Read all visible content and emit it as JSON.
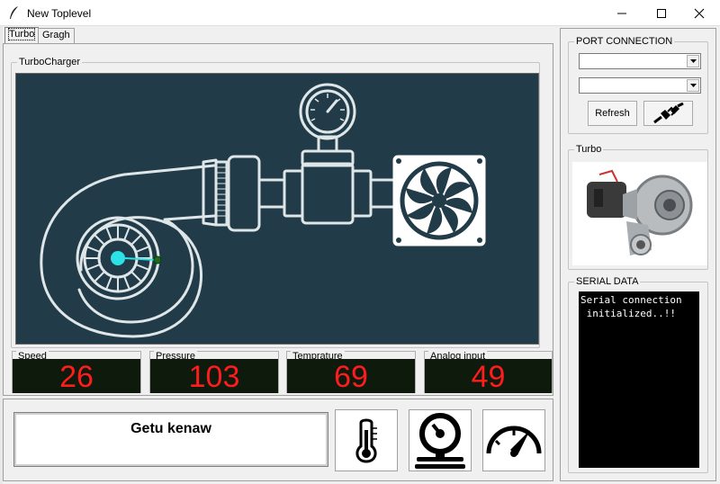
{
  "window": {
    "title": "New Toplevel",
    "icons": [
      "feather-icon",
      "minimize-icon",
      "maximize-icon",
      "close-icon"
    ]
  },
  "tabs": [
    {
      "label": "Turbo",
      "active": true
    },
    {
      "label": "Gragh",
      "active": false
    }
  ],
  "turbocharger": {
    "group_label": "TurboCharger"
  },
  "readouts": [
    {
      "label": "Speed",
      "value": "26"
    },
    {
      "label": "Pressure",
      "value": "103"
    },
    {
      "label": "Temprature",
      "value": "69"
    },
    {
      "label": "Analog input",
      "value": "49"
    }
  ],
  "bottom": {
    "name": "Getu kenaw",
    "buttons": [
      "thermometer-icon",
      "pressure-gauge-icon",
      "speedometer-icon"
    ]
  },
  "port_connection": {
    "label": "PORT CONNECTION",
    "port_value": "",
    "baud_value": "",
    "refresh_label": "Refresh",
    "connect_icon": "plug-icon"
  },
  "turbo_panel": {
    "label": "Turbo"
  },
  "serial_data": {
    "label": "SERIAL DATA",
    "text": "Serial connection\n initialized..!!"
  },
  "colors": {
    "canvas_bg": "#213b49",
    "readout_bg": "#0e1a0c",
    "readout_fg": "#ff1c1c",
    "rotor_hub": "#2de2e6",
    "sensor_dot": "#1d6b1d"
  }
}
